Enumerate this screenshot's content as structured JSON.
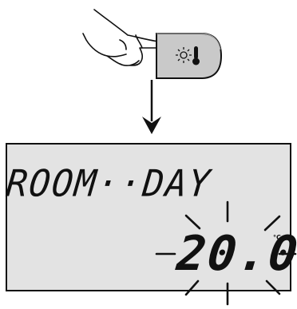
{
  "device": {
    "button": {
      "icon_sun": "sun-icon",
      "icon_thermometer": "thermometer-icon",
      "color": "#c9c9c9"
    },
    "display": {
      "mode_label": "ROOM··DAY",
      "temperature": "20.0",
      "unit": "°C",
      "temperature_state": "flashing",
      "background": "#e3e3e3"
    }
  }
}
